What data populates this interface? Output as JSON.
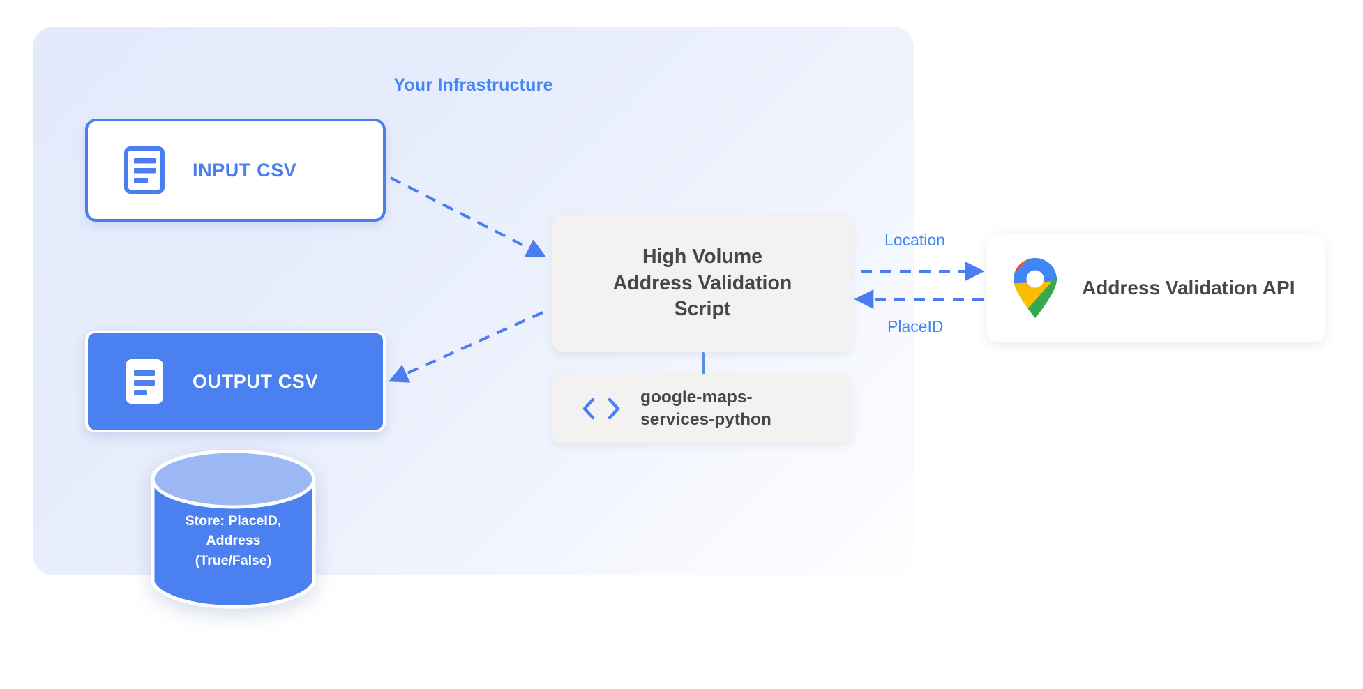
{
  "diagram": {
    "title": "Your Infrastructure",
    "colors": {
      "accent_blue": "#4285f4",
      "node_blue": "#4a80ef",
      "panel_blue": "#e3eafb",
      "box_gray": "#f3f2f0",
      "text_gray": "#474747",
      "maps_blue": "#4285f4",
      "maps_red": "#ea4335",
      "maps_yellow": "#fbbc04",
      "maps_green": "#34a853"
    }
  },
  "nodes": {
    "input_csv": {
      "label": "INPUT CSV",
      "icon": "document-icon"
    },
    "output_csv": {
      "label": "OUTPUT CSV",
      "icon": "document-icon"
    },
    "database": {
      "line1": "Store: PlaceID,",
      "line2": "Address",
      "line3": "(True/False)",
      "icon": "database-cylinder-icon"
    },
    "script": {
      "line1": "High Volume",
      "line2": "Address Validation",
      "line3": "Script"
    },
    "library": {
      "line1": "google-maps-",
      "line2": "services-python",
      "icon": "code-brackets-icon"
    },
    "api": {
      "label": "Address Validation API",
      "icon": "google-maps-pin-icon"
    }
  },
  "edges": {
    "location_label": "Location",
    "placeid_label": "PlaceID"
  }
}
